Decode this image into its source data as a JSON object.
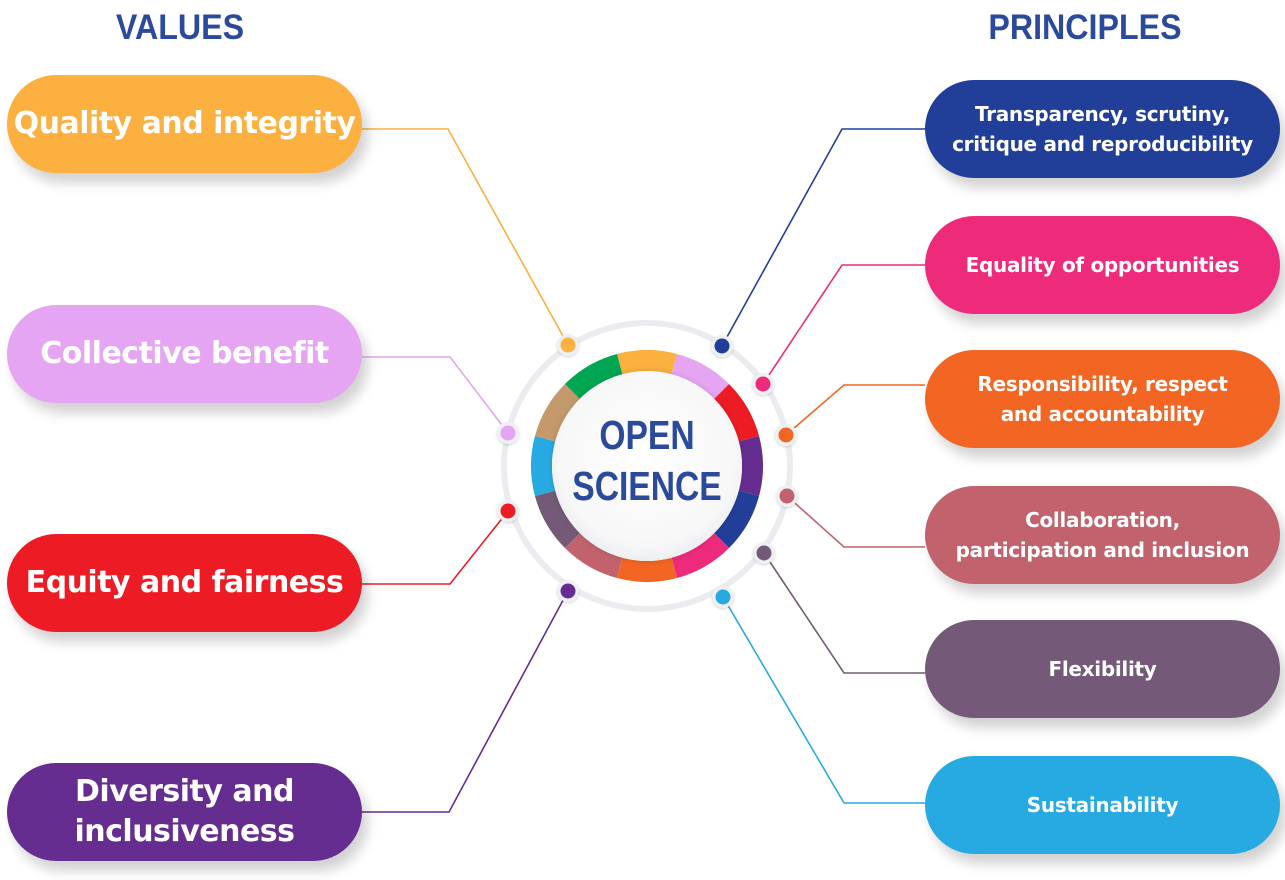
{
  "title": "Open Science values and principles",
  "headings": {
    "values": "VALUES",
    "principles": "PRINCIPLES"
  },
  "center": {
    "line1": "OPEN",
    "line2": "SCIENCE",
    "text_color": "#2b4a9b"
  },
  "values": [
    {
      "label": "Quality and integrity",
      "color": "#fbb040"
    },
    {
      "label": "Collective benefit",
      "color": "#e6a5f2"
    },
    {
      "label": "Equity and fairness",
      "color": "#ed1c24"
    },
    {
      "label": "Diversity and\ninclusiveness",
      "color": "#662d91"
    }
  ],
  "principles": [
    {
      "label": "Transparency, scrutiny,\ncritique and reproducibility",
      "color": "#213f99"
    },
    {
      "label": "Equality of opportunities",
      "color": "#ee2a7b"
    },
    {
      "label": "Responsibility, respect\nand accountability",
      "color": "#f26522"
    },
    {
      "label": "Collaboration,\nparticipation and inclusion",
      "color": "#c1626d"
    },
    {
      "label": "Flexibility",
      "color": "#745a78"
    },
    {
      "label": "Sustainability",
      "color": "#27aae1"
    }
  ],
  "ring_segments": [
    {
      "name": "quality",
      "color": "#fbb040"
    },
    {
      "name": "collective",
      "color": "#e6a5f2"
    },
    {
      "name": "equity",
      "color": "#ed1c24"
    },
    {
      "name": "diversity",
      "color": "#662d91"
    },
    {
      "name": "transparency",
      "color": "#213f99"
    },
    {
      "name": "equality",
      "color": "#ee2a7b"
    },
    {
      "name": "responsibility",
      "color": "#f26522"
    },
    {
      "name": "collaboration",
      "color": "#c1626d"
    },
    {
      "name": "flexibility",
      "color": "#745a78"
    },
    {
      "name": "sustainability",
      "color": "#27aae1"
    },
    {
      "name": "tan",
      "color": "#c49a6c"
    },
    {
      "name": "green",
      "color": "#00a651"
    }
  ]
}
